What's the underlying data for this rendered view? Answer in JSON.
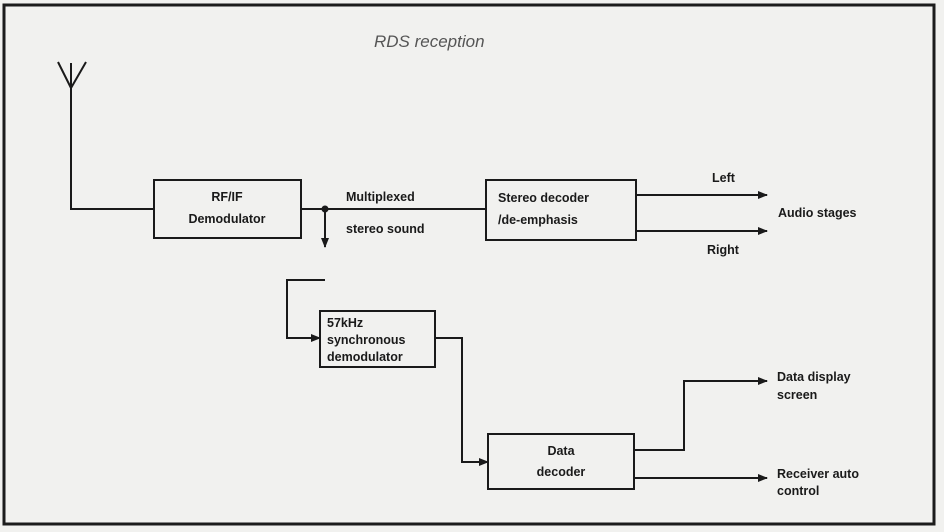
{
  "title": "RDS reception",
  "blocks": {
    "rf_if": [
      "RF/IF",
      "Demodulator"
    ],
    "stereo_decoder": [
      "Stereo decoder",
      "/de-emphasis"
    ],
    "sync_demod": [
      "57kHz",
      "synchronous",
      "demodulator"
    ],
    "data_decoder": [
      "Data",
      "decoder"
    ]
  },
  "signals": {
    "multiplexed": [
      "Multiplexed",
      "stereo sound"
    ],
    "left": "Left",
    "right": "Right",
    "audio_stages": "Audio stages",
    "data_display": [
      "Data display",
      "screen"
    ],
    "receiver_auto": [
      "Receiver auto",
      "control"
    ]
  },
  "icons": {
    "antenna": "antenna-icon"
  }
}
